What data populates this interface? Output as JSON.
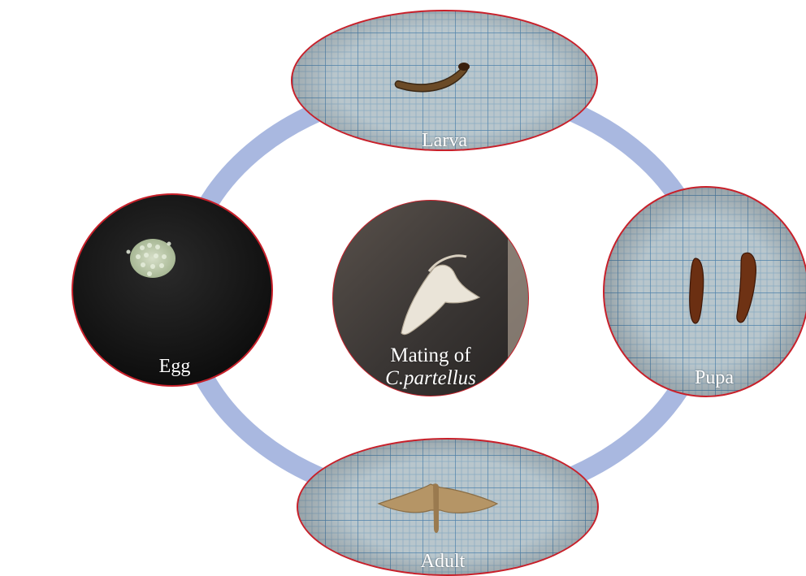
{
  "diagram": {
    "type": "life-cycle",
    "stages": [
      {
        "id": "larva",
        "label": "Larva"
      },
      {
        "id": "pupa",
        "label": "Pupa"
      },
      {
        "id": "adult",
        "label": "Adult"
      },
      {
        "id": "egg",
        "label": "Egg"
      }
    ],
    "center": {
      "line1": "Mating of",
      "line2": "C.partellus"
    },
    "colors": {
      "ring": "#a9b8e0",
      "grid_paper": "#b7c7cf",
      "grid_line": "#5f8fb4",
      "black_cloth": "#1a1a1a",
      "accent_edge": "#c8202a",
      "larva_body": "#6b4a26",
      "pupa_body": "#6b2f12",
      "moth_body": "#b59566"
    }
  }
}
